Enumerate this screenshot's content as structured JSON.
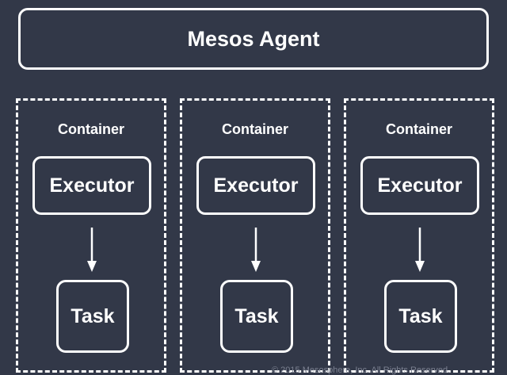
{
  "agent": {
    "label": "Mesos Agent"
  },
  "containers": [
    {
      "label": "Container",
      "executor": "Executor",
      "task": "Task"
    },
    {
      "label": "Container",
      "executor": "Executor",
      "task": "Task"
    },
    {
      "label": "Container",
      "executor": "Executor",
      "task": "Task"
    }
  ],
  "footer": {
    "copyright": "© 2015 Mesosphere, Inc. All Rights Reserved."
  },
  "colors": {
    "background": "#323848",
    "stroke": "#ffffff"
  }
}
